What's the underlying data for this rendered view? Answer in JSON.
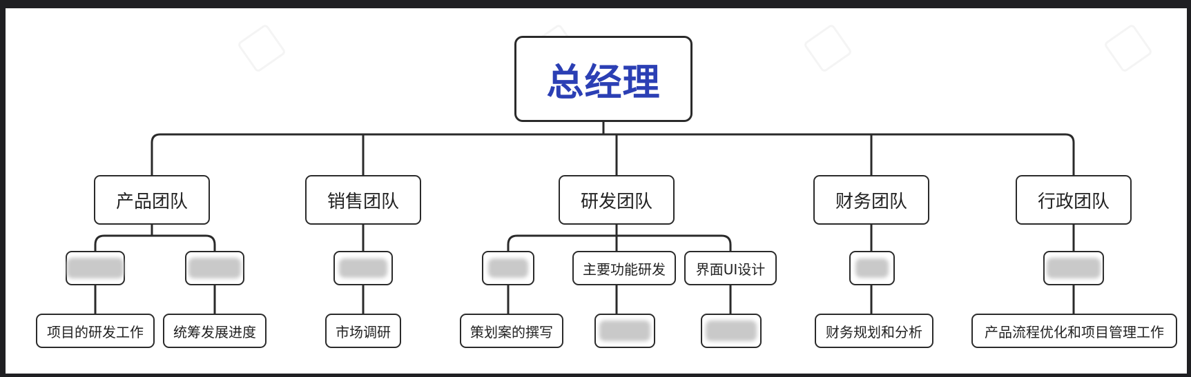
{
  "diagram": {
    "root": {
      "label": "总经理"
    },
    "teams": [
      {
        "name": "产品团队",
        "subitems": [
          {
            "role": "",
            "redacted": true,
            "task": "项目的研发工作"
          },
          {
            "role": "",
            "redacted": true,
            "task": "统筹发展进度"
          }
        ]
      },
      {
        "name": "销售团队",
        "subitems": [
          {
            "role": "",
            "redacted": true,
            "task": "市场调研"
          }
        ]
      },
      {
        "name": "研发团队",
        "subitems": [
          {
            "role": "",
            "redacted": true,
            "task": "策划案的撰写"
          },
          {
            "role": "主要功能研发",
            "redacted": false,
            "task": "",
            "task_redacted": true
          },
          {
            "role": "界面UI设计",
            "redacted": false,
            "task": "",
            "task_redacted": true
          }
        ]
      },
      {
        "name": "财务团队",
        "subitems": [
          {
            "role": "",
            "redacted": true,
            "task": "财务规划和分析"
          }
        ]
      },
      {
        "name": "行政团队",
        "subitems": [
          {
            "role": "",
            "redacted": true,
            "task": "产品流程优化和项目管理工作"
          }
        ]
      }
    ]
  },
  "colors": {
    "root_text": "#2b3fb4",
    "line": "#2a2a2a",
    "background": "#ffffff",
    "frame": "#1f1f22"
  }
}
